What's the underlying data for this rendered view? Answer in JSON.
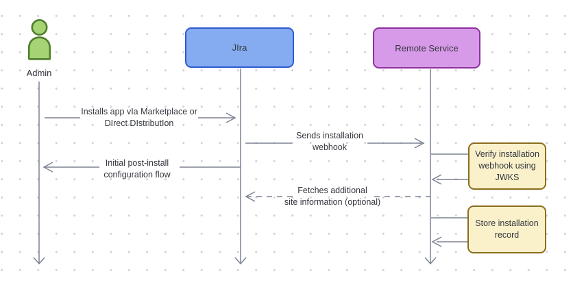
{
  "diagram": {
    "type": "sequence",
    "actors": {
      "admin": {
        "label": "Admin",
        "kind": "person"
      },
      "jira": {
        "label": "JIra",
        "kind": "service"
      },
      "remote": {
        "label": "Remote Service",
        "kind": "service"
      }
    },
    "messages": {
      "install": {
        "from": "admin",
        "to": "jira",
        "style": "solid",
        "line1": "Installs app vIa Marketplace or",
        "line2": "DIrect DIstributIon"
      },
      "webhook": {
        "from": "jira",
        "to": "remote",
        "style": "solid",
        "line1": "Sends installation",
        "line2": "webhook"
      },
      "postinstall": {
        "from": "jira",
        "to": "admin",
        "style": "solid",
        "line1": "Initial post-install",
        "line2": "configuration flow"
      },
      "fetch": {
        "from": "remote",
        "to": "jira",
        "style": "dashed",
        "line1": "Fetches additional",
        "line2": "site information (optional)"
      }
    },
    "notes": {
      "verify": {
        "attached_to": "remote",
        "line1": "Verify installation",
        "line2": "webhook using",
        "line3": "JWKS"
      },
      "store": {
        "attached_to": "remote",
        "line1": "Store installation",
        "line2": "record"
      }
    },
    "colors": {
      "jira_fill": "#85acf0",
      "jira_border": "#2d5bd0",
      "remote_fill": "#d79ae8",
      "remote_border": "#8e2f9e",
      "note_fill": "#faf1cb",
      "note_border": "#8a6d1c",
      "person_fill": "#a6d474",
      "person_border": "#4f7d2b",
      "connector": "#7b8292",
      "text": "#33363d",
      "grid_dot": "#d2d3db",
      "background": "#ffffff"
    }
  }
}
